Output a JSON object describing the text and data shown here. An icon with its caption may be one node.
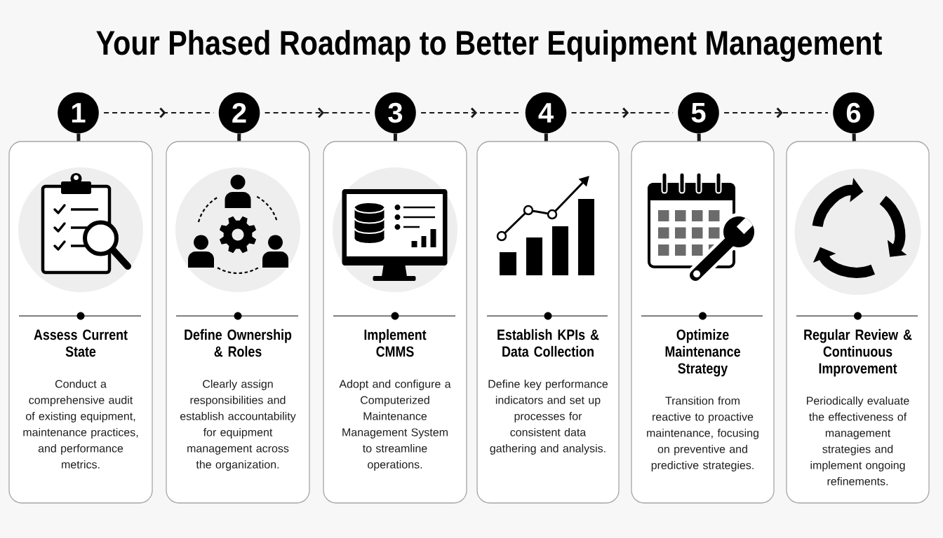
{
  "diagram": {
    "title": "Your Phased Roadmap to Better Equipment Management",
    "nodes": [
      {
        "text": [
          "1"
        ]
      },
      {
        "text": [
          "Assess Current State",
          "Conduct a comprehensive audit of existing equipment, maintenance practices, and performance metrics."
        ]
      },
      {
        "text": [
          "2"
        ]
      },
      {
        "text": [
          "Define Ownership & Roles",
          "Clearly assign responsibilities and establish accountability for equipment management across the organization."
        ]
      },
      {
        "text": [
          "3"
        ]
      },
      {
        "text": [
          "Implement CMMS",
          "Adopt and configure a Computerized Maintenance Management System to streamline operations."
        ]
      },
      {
        "text": [
          "4"
        ]
      },
      {
        "text": [
          "Establish KPIs & Data Collection",
          "Define key performance indicators and set up processes for consistent data gathering and analysis."
        ]
      },
      {
        "text": [
          "5"
        ]
      },
      {
        "text": [
          "Optimize Maintenance Strategy",
          "Transition from reactive to proactive maintenance, focusing on preventive and predictive strategies."
        ]
      },
      {
        "text": [
          "6"
        ]
      },
      {
        "text": [
          "Regular Review & Continuous Improvement",
          "Periodically evaluate the effectiveness of management strategies and implement ongoing refinements."
        ]
      }
    ],
    "edges": [
      {
        "from": 0,
        "to": 2,
        "arrow": "to",
        "style": "dashed"
      },
      {
        "from": 2,
        "to": 4,
        "arrow": "to",
        "style": "dashed"
      },
      {
        "from": 4,
        "to": 6,
        "arrow": "to",
        "style": "dashed"
      },
      {
        "from": 6,
        "to": 8,
        "arrow": "to",
        "style": "dashed"
      },
      {
        "from": 8,
        "to": 10,
        "arrow": "to",
        "style": "dashed"
      },
      {
        "from": 0,
        "to": 1,
        "arrow": "none"
      },
      {
        "from": 2,
        "to": 3,
        "arrow": "none"
      },
      {
        "from": 4,
        "to": 5,
        "arrow": "none"
      },
      {
        "from": 6,
        "to": 7,
        "arrow": "none"
      },
      {
        "from": 8,
        "to": 9,
        "arrow": "none"
      },
      {
        "from": 10,
        "to": 11,
        "arrow": "none"
      }
    ]
  }
}
